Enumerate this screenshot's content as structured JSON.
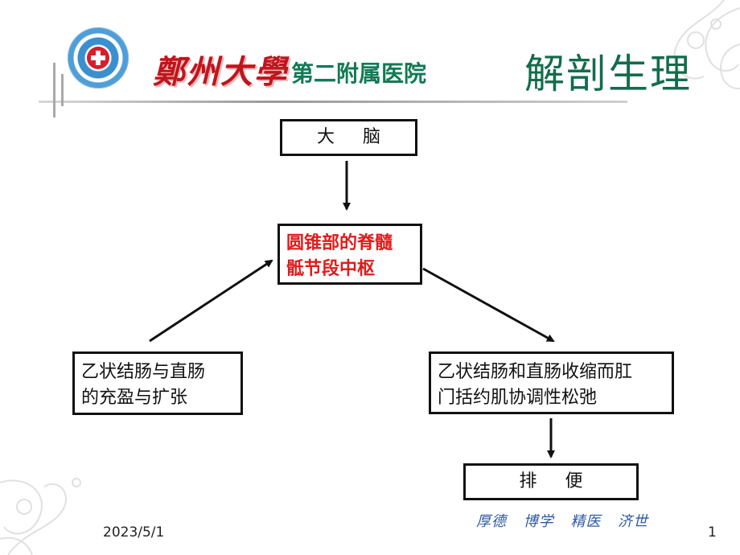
{
  "header": {
    "university": "鄭州大學",
    "hospital": "第二附属医院",
    "course_title": "解剖生理"
  },
  "diagram": {
    "nodes": {
      "brain": "大 脑",
      "center_line1": "圆锥部的脊髓",
      "center_line2": "骶节段中枢",
      "left_line1": "乙状结肠与直肠",
      "left_line2": "的充盈与扩张",
      "right_line1": "乙状结肠和直肠收缩而肛",
      "right_line2": "门括约肌协调性松弛",
      "bottom": "排 便"
    }
  },
  "footer": {
    "date": "2023/5/1",
    "motto": "厚德 博学 精医 济世",
    "page_number": "1"
  },
  "colors": {
    "accent_red": "#e01b1b",
    "brand_red": "#c0151d",
    "brand_green": "#127a55"
  }
}
